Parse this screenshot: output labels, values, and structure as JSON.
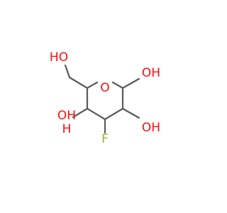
{
  "colors": {
    "bond": "#5a5a5a",
    "oxygen": "#ff0d0d",
    "fluorine": "#8fbc2e"
  },
  "labels": {
    "ring_oxygen": "O",
    "hydroxymethyl_oh": "HO",
    "c1_oh": "OH",
    "c2_oh": "OH",
    "c4_oh": "OH",
    "c4_h": "H",
    "c3_f": "F"
  }
}
